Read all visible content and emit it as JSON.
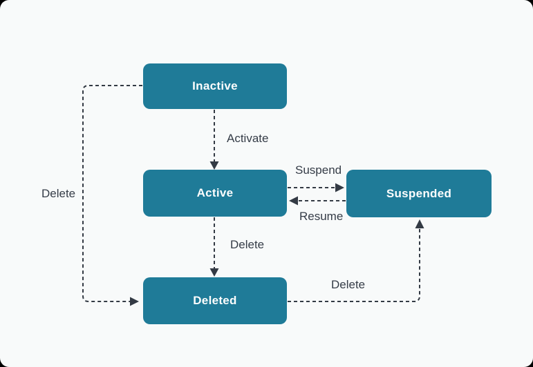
{
  "canvas": {
    "background_color": "#f8fafa",
    "outer_corner_color": "#000000",
    "node_fill_color": "#1f7b98",
    "node_text_color": "#fdfdfd",
    "edge_color": "#333a44",
    "edge_style": "dashed"
  },
  "diagram": {
    "type": "state-transition-diagram",
    "nodes": [
      {
        "id": "inactive",
        "label": "Inactive"
      },
      {
        "id": "active",
        "label": "Active"
      },
      {
        "id": "suspended",
        "label": "Suspended"
      },
      {
        "id": "deleted",
        "label": "Deleted"
      }
    ],
    "edges": [
      {
        "from": "Inactive",
        "to": "Active",
        "label": "Activate"
      },
      {
        "from": "Active",
        "to": "Suspended",
        "label": "Suspend"
      },
      {
        "from": "Suspended",
        "to": "Active",
        "label": "Resume"
      },
      {
        "from": "Active",
        "to": "Deleted",
        "label": "Delete"
      },
      {
        "from": "Deleted",
        "to": "Suspended",
        "label": "Delete"
      },
      {
        "from": "Inactive",
        "to": "Deleted",
        "label": "Delete"
      }
    ]
  }
}
